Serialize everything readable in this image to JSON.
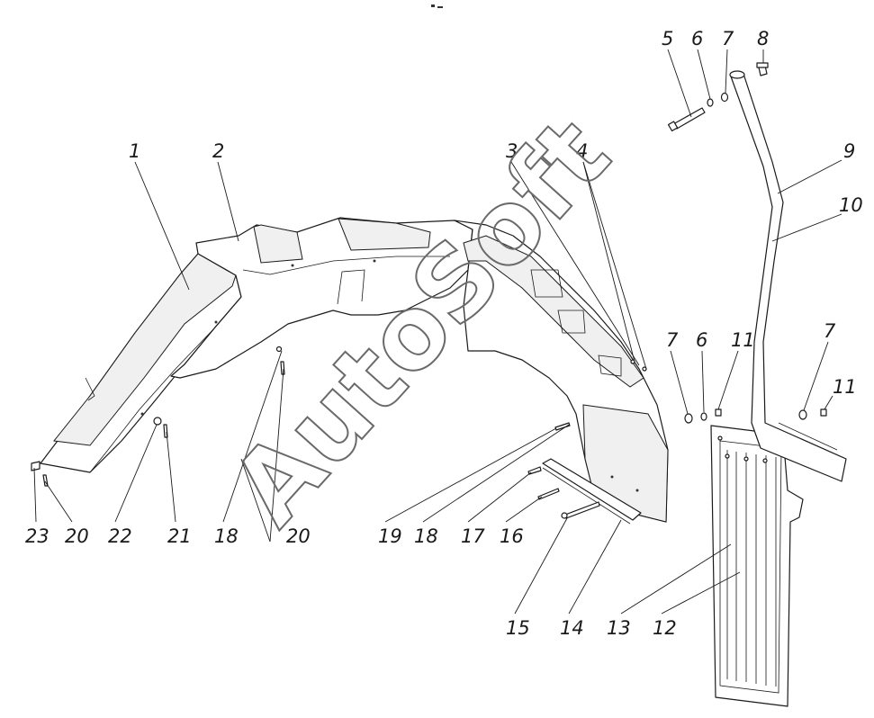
{
  "watermark": "AutoSoft",
  "callouts": [
    {
      "id": "c1",
      "label": "1"
    },
    {
      "id": "c2",
      "label": "2"
    },
    {
      "id": "c3",
      "label": "3"
    },
    {
      "id": "c4",
      "label": "4"
    },
    {
      "id": "c5",
      "label": "5"
    },
    {
      "id": "c6a",
      "label": "6"
    },
    {
      "id": "c7a",
      "label": "7"
    },
    {
      "id": "c8",
      "label": "8"
    },
    {
      "id": "c9",
      "label": "9"
    },
    {
      "id": "c10",
      "label": "10"
    },
    {
      "id": "c7b",
      "label": "7"
    },
    {
      "id": "c6b",
      "label": "6"
    },
    {
      "id": "c11a",
      "label": "11"
    },
    {
      "id": "c7c",
      "label": "7"
    },
    {
      "id": "c11b",
      "label": "11"
    },
    {
      "id": "c23",
      "label": "23"
    },
    {
      "id": "c20a",
      "label": "20"
    },
    {
      "id": "c22",
      "label": "22"
    },
    {
      "id": "c21",
      "label": "21"
    },
    {
      "id": "c18a",
      "label": "18"
    },
    {
      "id": "c20b",
      "label": "20"
    },
    {
      "id": "c19",
      "label": "19"
    },
    {
      "id": "c18b",
      "label": "18"
    },
    {
      "id": "c17",
      "label": "17"
    },
    {
      "id": "c16",
      "label": "16"
    },
    {
      "id": "c15",
      "label": "15"
    },
    {
      "id": "c14",
      "label": "14"
    },
    {
      "id": "c13",
      "label": "13"
    },
    {
      "id": "c12",
      "label": "12"
    }
  ]
}
